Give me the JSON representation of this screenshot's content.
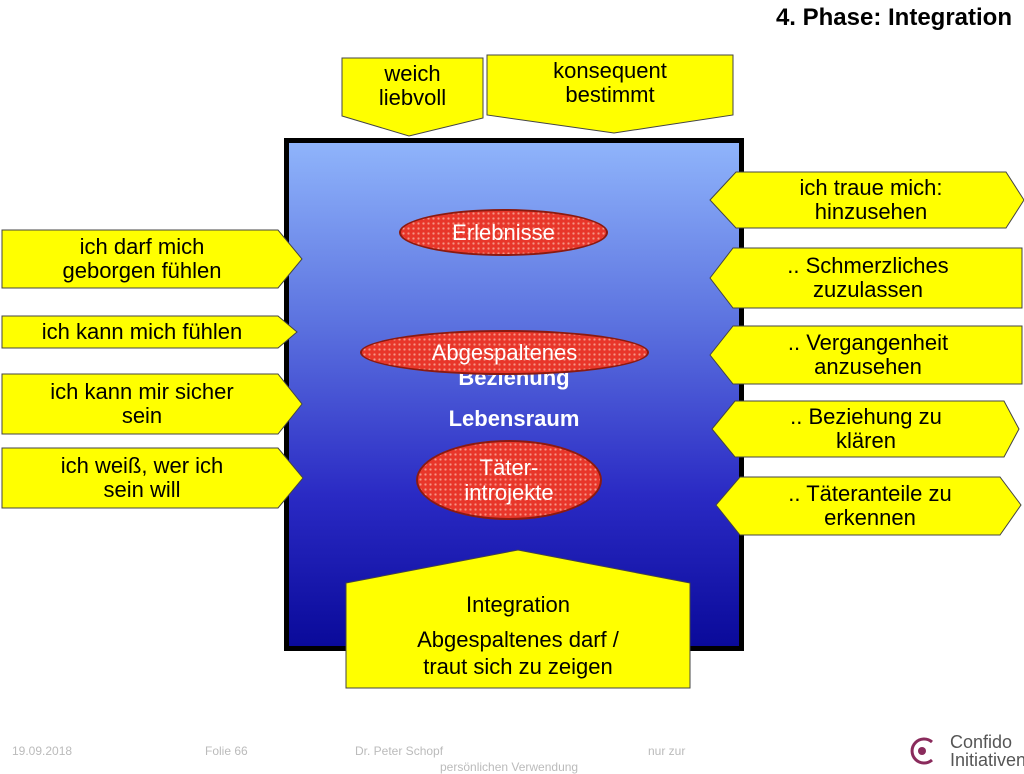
{
  "title": "4. Phase: Integration",
  "top_callouts": {
    "soft": [
      "weich",
      "liebvoll"
    ],
    "firm": [
      "konsequent",
      "bestimmt"
    ]
  },
  "center": {
    "hidden_label": "Beziehung",
    "label": "Lebensraum"
  },
  "ovals": {
    "o1": "Erlebnisse",
    "o2": "Abgespaltenes",
    "o3": [
      "Täter-",
      "introjekte"
    ]
  },
  "left_arrows": [
    [
      "ich darf mich",
      "geborgen fühlen"
    ],
    [
      "ich kann mich fühlen"
    ],
    [
      "ich kann mir sicher",
      "sein"
    ],
    [
      "ich weiß, wer ich",
      "sein will"
    ]
  ],
  "right_arrows": [
    [
      "ich traue mich:",
      "hinzusehen"
    ],
    [
      ".. Schmerzliches",
      "zuzulassen"
    ],
    [
      ".. Vergangenheit",
      "anzusehen"
    ],
    [
      ".. Beziehung zu",
      "klären"
    ],
    [
      ".. Täteranteile zu",
      "erkennen"
    ]
  ],
  "bottom_box": {
    "heading": "Integration",
    "text": [
      "Abgespaltenes darf /",
      "traut sich zu zeigen"
    ]
  },
  "footer": {
    "date": "19.09.2018",
    "slide": "Folie 66",
    "author": "Dr. Peter Schopf",
    "note": "nur zur",
    "note2": "persönlichen Verwendung"
  },
  "logo": {
    "line1": "Confido",
    "line2": "Initiativen"
  },
  "colors": {
    "callout_fill": "#ffff00",
    "oval_fill": "#e8362a",
    "box_top": "#8fb4fb",
    "box_bottom": "#0a0a9a"
  }
}
